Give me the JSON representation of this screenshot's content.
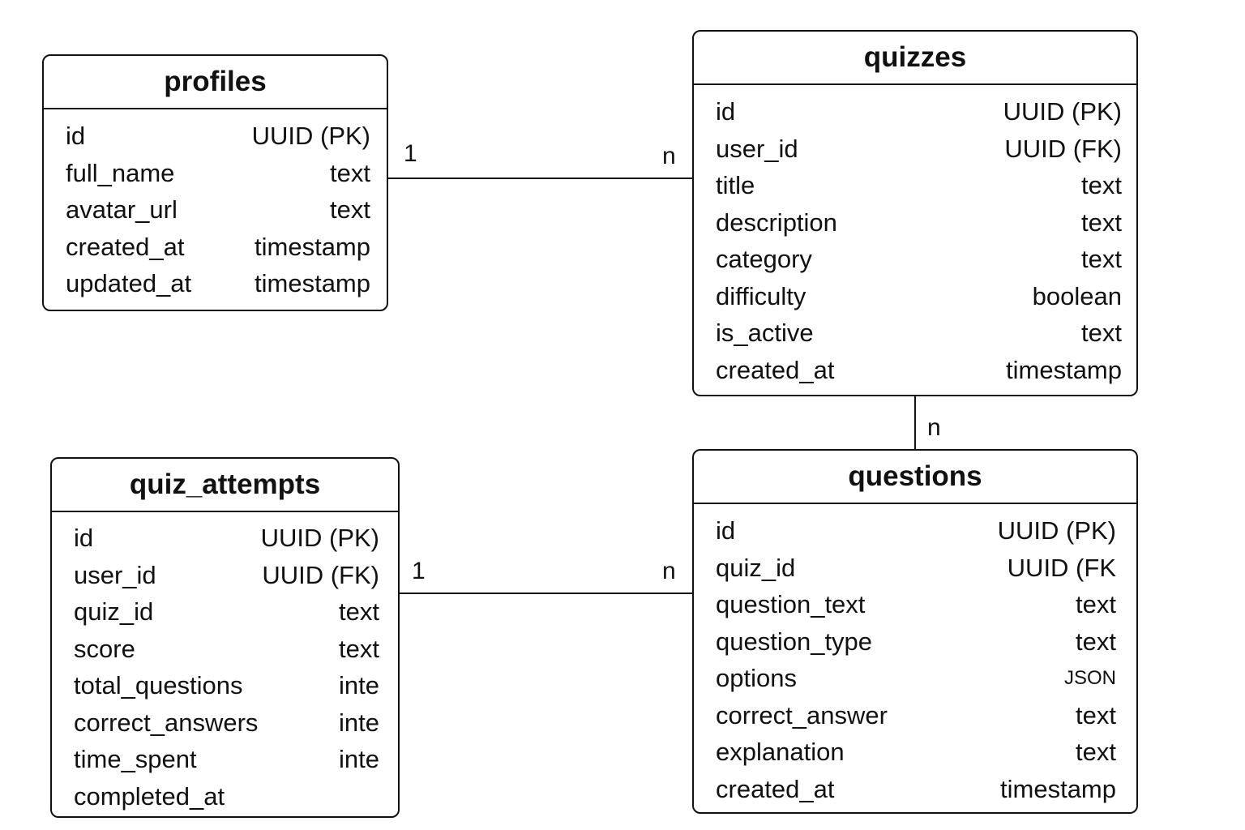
{
  "entities": {
    "profiles": {
      "name": "profiles",
      "fields": [
        {
          "name": "id",
          "type": "UUID (PK)"
        },
        {
          "name": "full_name",
          "type": "text"
        },
        {
          "name": "avatar_url",
          "type": "text"
        },
        {
          "name": "created_at",
          "type": "timestamp"
        },
        {
          "name": "updated_at",
          "type": "timestamp"
        }
      ]
    },
    "quizzes": {
      "name": "quizzes",
      "fields": [
        {
          "name": "id",
          "type": "UUID (PK)"
        },
        {
          "name": "user_id",
          "type": "UUID (FK)"
        },
        {
          "name": "title",
          "type": "text"
        },
        {
          "name": "description",
          "type": "text"
        },
        {
          "name": "category",
          "type": "text"
        },
        {
          "name": "difficulty",
          "type": "boolean"
        },
        {
          "name": "is_active",
          "type": "text"
        },
        {
          "name": "created_at",
          "type": "timestamp"
        }
      ]
    },
    "quiz_attempts": {
      "name": "quiz_attempts",
      "fields": [
        {
          "name": "id",
          "type": "UUID (PK)"
        },
        {
          "name": "user_id",
          "type": "UUID (FK)"
        },
        {
          "name": "quiz_id",
          "type": "text"
        },
        {
          "name": "score",
          "type": "text"
        },
        {
          "name": "total_questions",
          "type": "inte"
        },
        {
          "name": "correct_answers",
          "type": "inte"
        },
        {
          "name": "time_spent",
          "type": "inte"
        },
        {
          "name": "completed_at",
          "type": ""
        }
      ]
    },
    "questions": {
      "name": "questions",
      "fields": [
        {
          "name": "id",
          "type": "UUID (PK)"
        },
        {
          "name": "quiz_id",
          "type": "UUID (FK"
        },
        {
          "name": "question_text",
          "type": "text"
        },
        {
          "name": "question_type",
          "type": "text"
        },
        {
          "name": "options",
          "type": "JSON"
        },
        {
          "name": "correct_answer",
          "type": "text"
        },
        {
          "name": "explanation",
          "type": "text"
        },
        {
          "name": "created_at",
          "type": "timestamp"
        }
      ]
    }
  },
  "relationships": [
    {
      "from": "profiles",
      "to": "quizzes",
      "from_cardinality": "1",
      "to_cardinality": "n"
    },
    {
      "from": "quizzes",
      "to": "questions",
      "from_cardinality": "",
      "to_cardinality": "n"
    },
    {
      "from": "quiz_attempts",
      "to": "questions",
      "from_cardinality": "1",
      "to_cardinality": "n"
    }
  ],
  "colors": {
    "line": "#111111",
    "background": "#ffffff"
  }
}
